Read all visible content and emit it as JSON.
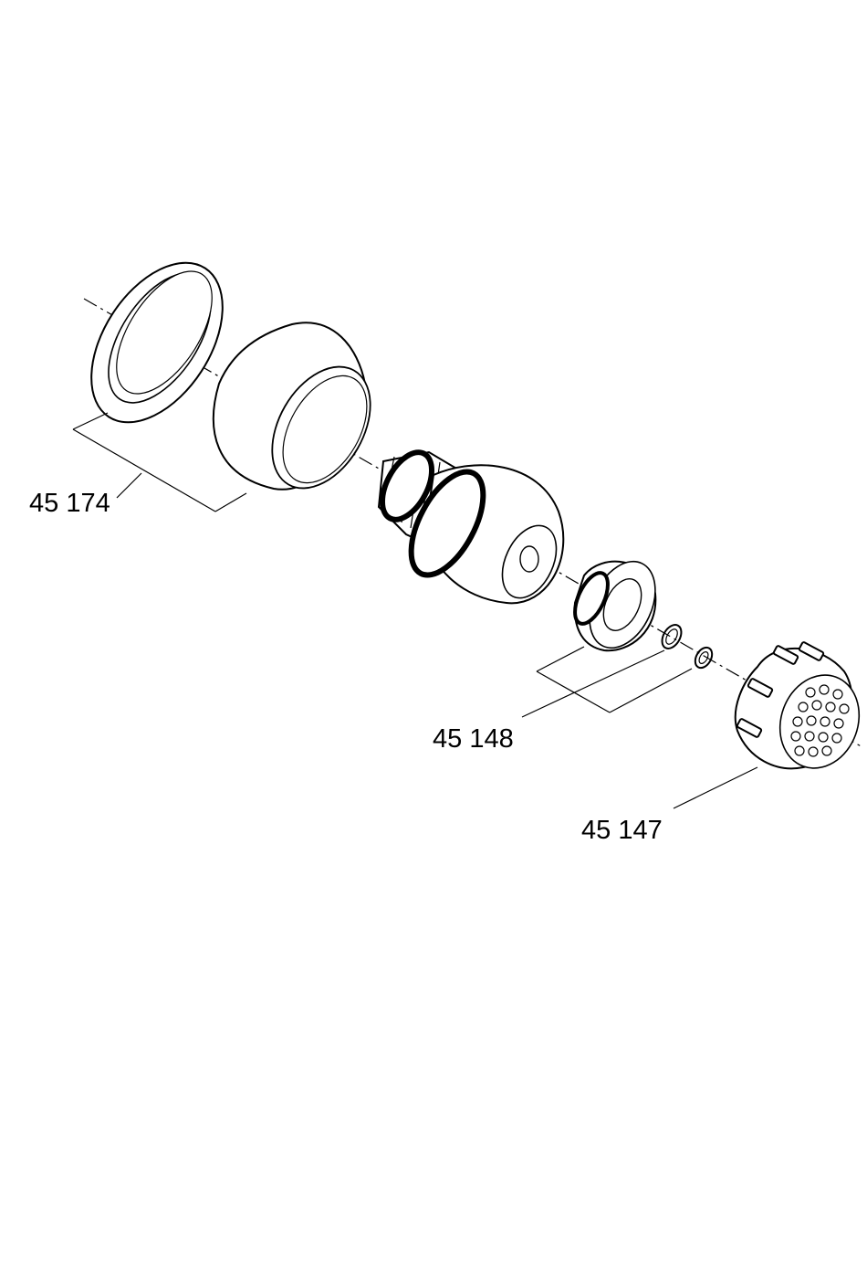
{
  "colors": {
    "ink": "#000000",
    "paper": "#ffffff"
  },
  "parts": [
    {
      "number": "45 174",
      "components": [
        "trim-ring",
        "escutcheon-cone"
      ]
    },
    {
      "number": "45 148",
      "components": [
        "thread-adapter",
        "o-ring",
        "washer"
      ]
    },
    {
      "number": "45 147",
      "components": [
        "spray-head"
      ]
    }
  ]
}
